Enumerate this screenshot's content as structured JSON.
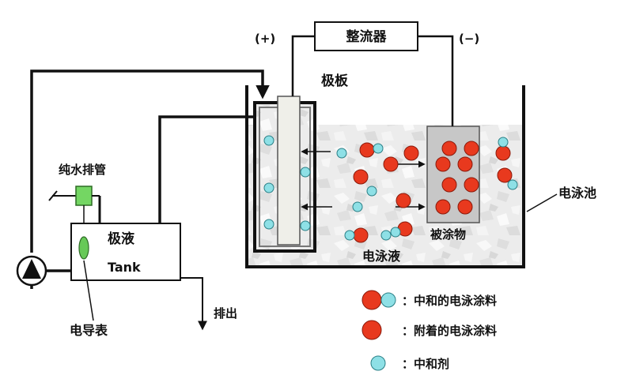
{
  "labels": {
    "rectifier": "整流器",
    "anode_sign": "(+)",
    "cathode_sign": "(−)",
    "electrode_plate": "极板",
    "pure_water_pipe": "纯水排管",
    "anolyte": "极液",
    "tank": "Tank",
    "conductivity_meter": "电导表",
    "discharge": "排出",
    "workpiece": "被涂物",
    "ed_liquid": "电泳液",
    "ed_tank": "电泳池"
  },
  "legend": [
    {
      "id": "neutralized",
      "text": "：中和的电泳涂料"
    },
    {
      "id": "attached",
      "text": "：附着的电泳涂料"
    },
    {
      "id": "neutralizer",
      "text": "：中和剂"
    }
  ],
  "colors": {
    "paint_particle": "#e8391e",
    "paint_particle_stroke": "#8a1a0b",
    "neutralizer_particle": "#8ee0e6",
    "neutralizer_stroke": "#2a7f86",
    "meter_green": "#67c957",
    "valve_green": "#74d663",
    "workpiece_fill": "#c7c7c7",
    "electrode_fill": "#efefe9",
    "line": "#111111"
  }
}
